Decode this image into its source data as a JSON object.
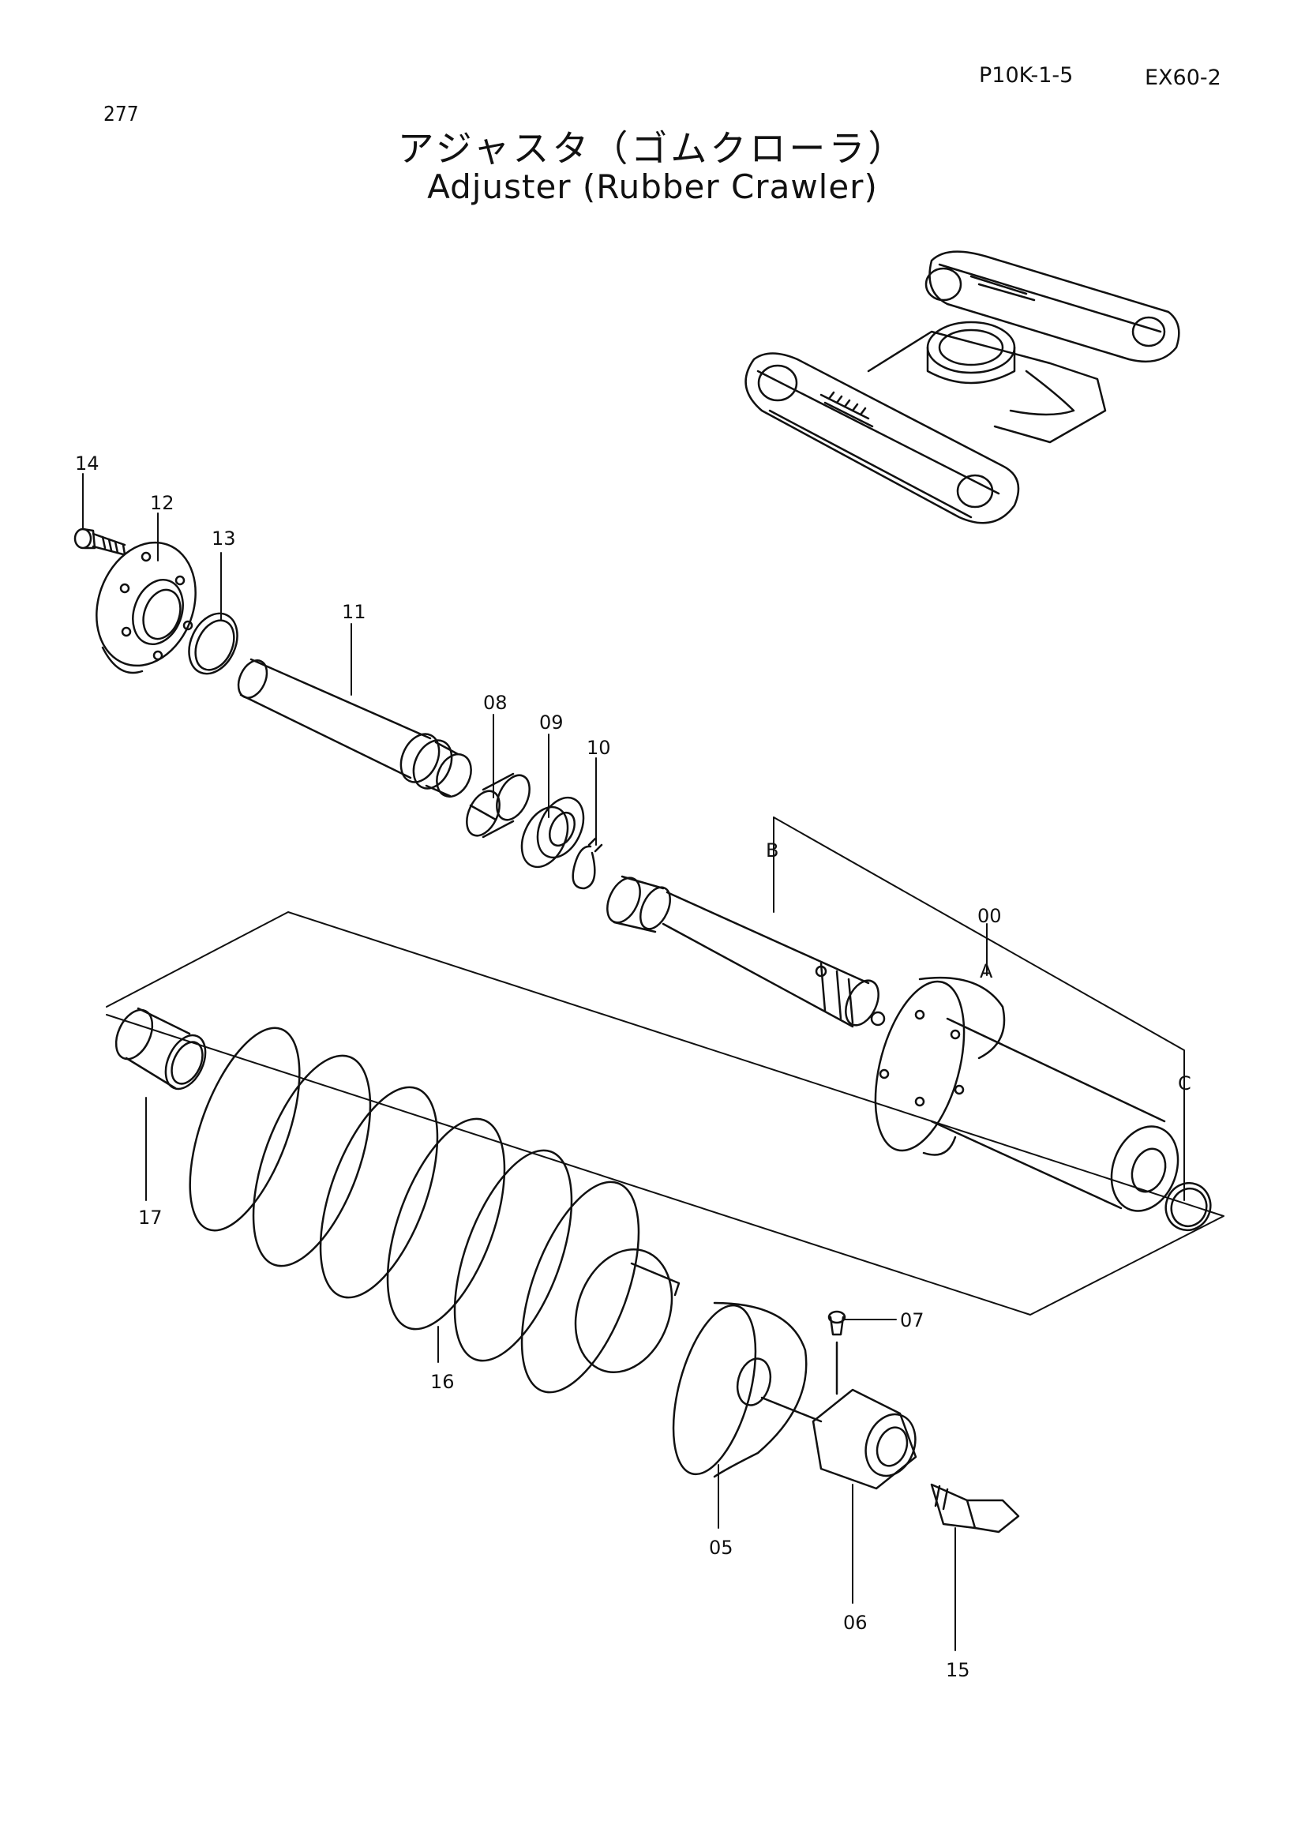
{
  "header": {
    "page_number": "277",
    "code_left": "P10K-1-5",
    "code_right": "EX60-2",
    "title_jp": "アジャスタ（ゴムクローラ）",
    "title_en": "Adjuster (Rubber Crawler)"
  },
  "callouts": {
    "c14": "14",
    "c12": "12",
    "c13": "13",
    "c11": "11",
    "c08": "08",
    "c09": "09",
    "c10": "10",
    "cB": "B",
    "c00": "00",
    "cA": "A",
    "cC": "C",
    "c17": "17",
    "c16": "16",
    "c07": "07",
    "c05": "05",
    "c06": "06",
    "c15": "15"
  }
}
